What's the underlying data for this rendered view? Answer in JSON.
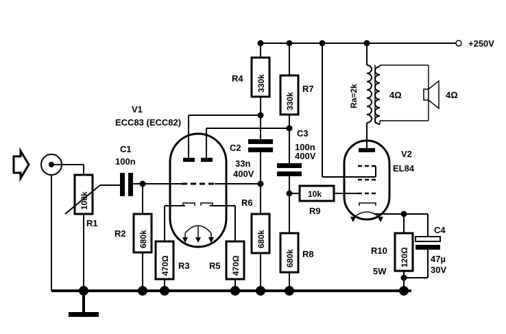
{
  "supply": {
    "label": "+250V"
  },
  "tubes": {
    "v1": {
      "name": "V1",
      "type": "ECC83 (ECC82)"
    },
    "v2": {
      "name": "V2",
      "type": "EL84"
    }
  },
  "resistors": {
    "r1": {
      "name": "R1",
      "value": "100k"
    },
    "r2": {
      "name": "R2",
      "value": "680k"
    },
    "r3": {
      "name": "R3",
      "value": "470Ω"
    },
    "r4": {
      "name": "R4",
      "value": "330k"
    },
    "r5": {
      "name": "R5",
      "value": "470Ω"
    },
    "r6": {
      "name": "R6",
      "value": "680k"
    },
    "r7": {
      "name": "R7",
      "value": "330k"
    },
    "r8": {
      "name": "R8",
      "value": "680k"
    },
    "r9": {
      "name": "R9",
      "value": "10k"
    },
    "r10": {
      "name": "R10",
      "value": "120Ω",
      "power": "5W"
    }
  },
  "capacitors": {
    "c1": {
      "name": "C1",
      "value": "100n"
    },
    "c2": {
      "name": "C2",
      "value": "33n",
      "voltage": "400V"
    },
    "c3": {
      "name": "C3",
      "value": "100n",
      "voltage": "400V"
    },
    "c4": {
      "name": "C4",
      "value": "47µ",
      "voltage": "30V"
    }
  },
  "transformer": {
    "ra": "Ra=2k",
    "secondary": "4Ω"
  },
  "speaker": {
    "impedance": "4Ω"
  }
}
